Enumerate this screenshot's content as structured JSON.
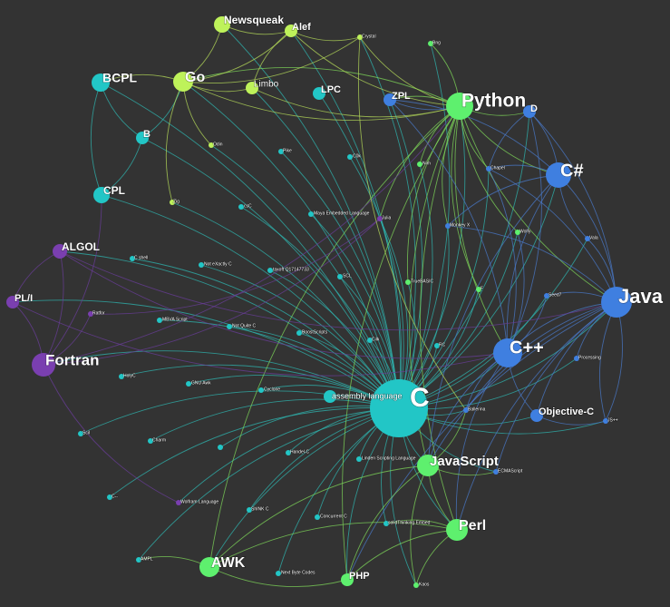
{
  "colors": {
    "background": "#333333",
    "teal": "#22c6c6",
    "green": "#5ef06e",
    "blue": "#3f7fe0",
    "purple": "#7a3fb0",
    "lime": "#bef25a",
    "edge_teal": "#2fb5b0",
    "edge_green": "#7fd85a",
    "edge_blue": "#4a79c9",
    "edge_purple": "#6a3d9a",
    "edge_lime": "#b6db5a"
  },
  "nodes": [
    {
      "id": "c",
      "label": "C",
      "group": "teal"
    },
    {
      "id": "assembly",
      "label": "assembly language",
      "group": "teal"
    },
    {
      "id": "bcpl",
      "label": "BCPL",
      "group": "teal"
    },
    {
      "id": "b",
      "label": "B",
      "group": "teal"
    },
    {
      "id": "cpl",
      "label": "CPL",
      "group": "teal"
    },
    {
      "id": "lpc",
      "label": "LPC",
      "group": "teal"
    },
    {
      "id": "cshell",
      "label": "C shell",
      "group": "teal"
    },
    {
      "id": "notexactlyc",
      "label": "Not eXactly C",
      "group": "teal"
    },
    {
      "id": "q17147733",
      "label": "taxoft Q17147733",
      "group": "teal"
    },
    {
      "id": "mayaembedded",
      "label": "Maya Embedded Language",
      "group": "teal"
    },
    {
      "id": "csh2",
      "label": "csC",
      "group": "teal"
    },
    {
      "id": "pike",
      "label": "Pike",
      "group": "teal"
    },
    {
      "id": "c0k",
      "label": "C0k",
      "group": "teal"
    },
    {
      "id": "mbvascript",
      "label": "MBVA Script",
      "group": "teal"
    },
    {
      "id": "notquitec",
      "label": "Not Quite C",
      "group": "teal"
    },
    {
      "id": "boostscripts",
      "label": "BoostScripts",
      "group": "teal"
    },
    {
      "id": "scl",
      "label": "SCL",
      "group": "teal"
    },
    {
      "id": "cilk",
      "label": "Cilk",
      "group": "teal"
    },
    {
      "id": "holyc",
      "label": "HolyC",
      "group": "teal"
    },
    {
      "id": "gnuawk",
      "label": "GNU Awk",
      "group": "teal"
    },
    {
      "id": "cyclone",
      "label": "Cyclone",
      "group": "teal"
    },
    {
      "id": "scil",
      "label": "Scil",
      "group": "teal"
    },
    {
      "id": "charm",
      "label": "Charm",
      "group": "teal"
    },
    {
      "id": "unnamed1",
      "label": "",
      "group": "teal"
    },
    {
      "id": "handelc",
      "label": "Handel-C",
      "group": "teal"
    },
    {
      "id": "unnamed2",
      "label": "C--",
      "group": "teal"
    },
    {
      "id": "linden",
      "label": "Linden Scripting Language",
      "group": "teal"
    },
    {
      "id": "shinkc",
      "label": "ShINK C",
      "group": "teal"
    },
    {
      "id": "concurrentc",
      "label": "Concurrent C",
      "group": "teal"
    },
    {
      "id": "ampl",
      "label": "AMPL",
      "group": "teal"
    },
    {
      "id": "nextbyte",
      "label": "Next Byte Codes",
      "group": "teal"
    },
    {
      "id": "solidthinking",
      "label": "solidThinking Embed",
      "group": "teal"
    },
    {
      "id": "fc",
      "label": "RC",
      "group": "teal"
    },
    {
      "id": "python",
      "label": "Python",
      "group": "green"
    },
    {
      "id": "javascript",
      "label": "JavaScript",
      "group": "green"
    },
    {
      "id": "perl",
      "label": "Perl",
      "group": "green"
    },
    {
      "id": "awk",
      "label": "AWK",
      "group": "green"
    },
    {
      "id": "php",
      "label": "PHP",
      "group": "green"
    },
    {
      "id": "nim",
      "label": "Nim",
      "group": "green"
    },
    {
      "id": "truebasic",
      "label": "TrueBASIC",
      "group": "green"
    },
    {
      "id": "fsmall",
      "label": "F",
      "group": "green"
    },
    {
      "id": "wolfram_green",
      "label": "Wolfy",
      "group": "green"
    },
    {
      "id": "bmg",
      "label": "Bng",
      "group": "green"
    },
    {
      "id": "kaos",
      "label": "Kaos",
      "group": "green"
    },
    {
      "id": "java",
      "label": "Java",
      "group": "blue"
    },
    {
      "id": "csharp",
      "label": "C#",
      "group": "blue"
    },
    {
      "id": "cpp",
      "label": "C++",
      "group": "blue"
    },
    {
      "id": "objc",
      "label": "Objective-C",
      "group": "blue"
    },
    {
      "id": "zpl",
      "label": "ZPL",
      "group": "blue"
    },
    {
      "id": "d",
      "label": "D",
      "group": "blue"
    },
    {
      "id": "chapel",
      "label": "Chapel",
      "group": "blue"
    },
    {
      "id": "vala",
      "label": "Vala",
      "group": "blue"
    },
    {
      "id": "seed7",
      "label": "Seed7",
      "group": "blue"
    },
    {
      "id": "processing",
      "label": "Processing",
      "group": "blue"
    },
    {
      "id": "jspp",
      "label": "JS++",
      "group": "blue"
    },
    {
      "id": "monkeyx",
      "label": "Monkey X",
      "group": "blue"
    },
    {
      "id": "ballerina",
      "label": "Ballerina",
      "group": "blue"
    },
    {
      "id": "ecmascript",
      "label": "ECMAScript",
      "group": "blue"
    },
    {
      "id": "fortran",
      "label": "Fortran",
      "group": "purple"
    },
    {
      "id": "algol",
      "label": "ALGOL",
      "group": "purple"
    },
    {
      "id": "pli",
      "label": "PL/I",
      "group": "purple"
    },
    {
      "id": "ratfor",
      "label": "Ratfor",
      "group": "purple"
    },
    {
      "id": "julia",
      "label": "Julia",
      "group": "purple"
    },
    {
      "id": "wolframlang",
      "label": "Wolfram Language",
      "group": "purple"
    },
    {
      "id": "go",
      "label": "Go",
      "group": "lime"
    },
    {
      "id": "newsqueak",
      "label": "Newsqueak",
      "group": "lime"
    },
    {
      "id": "alef",
      "label": "Alef",
      "group": "lime"
    },
    {
      "id": "limbo",
      "label": "Limbo",
      "group": "lime"
    },
    {
      "id": "crystal",
      "label": "Crystal",
      "group": "lime"
    },
    {
      "id": "odin",
      "label": "Odin",
      "group": "lime"
    },
    {
      "id": "zig",
      "label": "Zig",
      "group": "lime"
    }
  ]
}
